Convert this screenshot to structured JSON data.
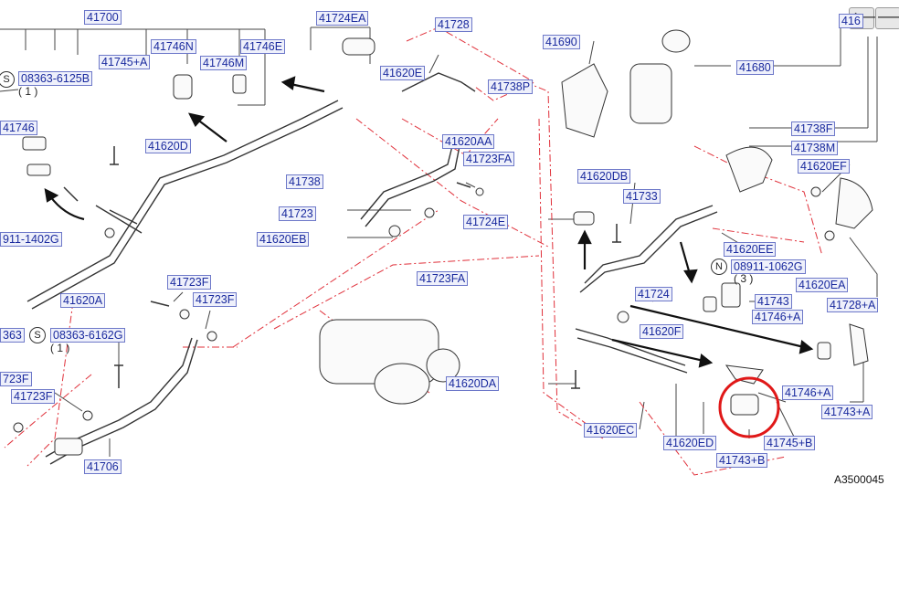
{
  "nav": {
    "back": "🡐",
    "forward": "🡒"
  },
  "drawing_code": "A3500045",
  "callouts": {
    "c41700": "41700",
    "c41724EA": "41724EA",
    "c41728": "41728",
    "c41690": "41690",
    "c416xx": "416",
    "c41746N": "41746N",
    "c41746E": "41746E",
    "c41745A_top": "41745+A",
    "c41746M": "41746M",
    "c41620E": "41620E",
    "c41738P": "41738P",
    "c41680": "41680",
    "c08363_6125B": "08363-6125B",
    "c41746_left": "41746",
    "c41620D": "41620D",
    "c41738F": "41738F",
    "c41738M": "41738M",
    "c41620AA": "41620AA",
    "c41723FA_top": "41723FA",
    "c41620EF": "41620EF",
    "c41738": "41738",
    "c41620DB": "41620DB",
    "c41733": "41733",
    "c41723": "41723",
    "c41724E": "41724E",
    "c41620EB": "41620EB",
    "c08911_1402G": "911-1402G",
    "c41620EE": "41620EE",
    "c08911_1062G": "08911-1062G",
    "c41723FA_mid": "41723FA",
    "c41620EA": "41620EA",
    "c41724": "41724",
    "c41723F_a": "41723F",
    "c41743_right": "41743",
    "c41728A": "41728+A",
    "c41620A": "41620A",
    "c41723F_b": "41723F",
    "c41746A_mid": "41746+A",
    "c08363_6162G": "08363-6162G",
    "c41620F": "41620F",
    "c41620DA": "41620DA",
    "c41746A_low": "41746+A",
    "c723F_left": "723F",
    "c41723F_left": "41723F",
    "c41743A": "41743+A",
    "c41620EC": "41620EC",
    "c41620ED": "41620ED",
    "c41745B": "41745+B",
    "c41706": "41706",
    "c41743B": "41743+B",
    "c363": "363"
  },
  "symbols": {
    "s1": "S",
    "s2": "N",
    "s3": "S"
  },
  "quantities": {
    "q1": "( 1 )",
    "q2": "( 3 )",
    "q3": "( 1 )"
  },
  "colors": {
    "label_text": "#1a2a9e",
    "label_bg": "#eef0fb",
    "dash_red": "#e0303a",
    "highlight_circle": "#e01818"
  }
}
